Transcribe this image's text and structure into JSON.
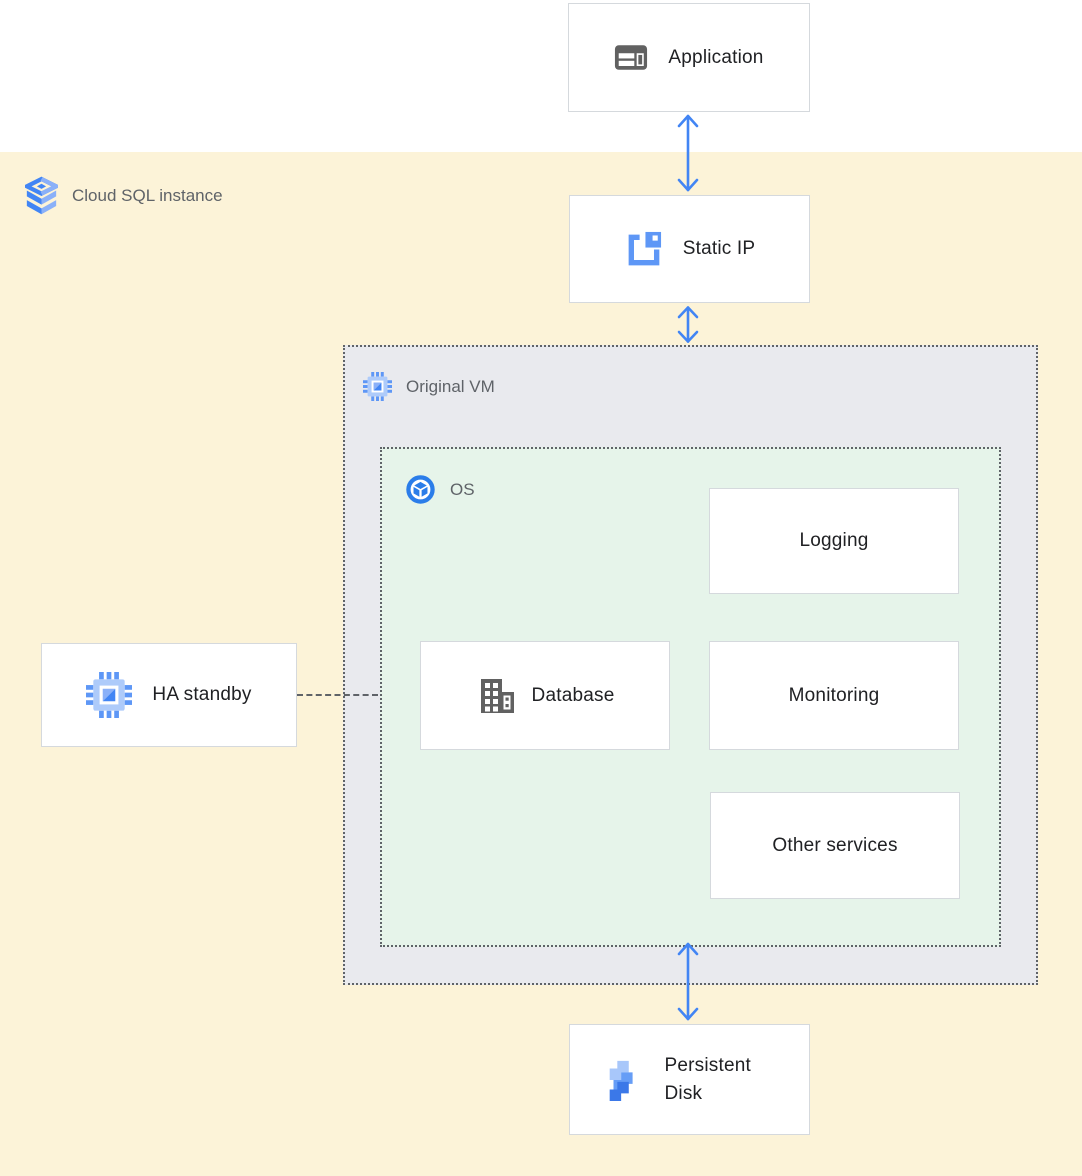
{
  "colors": {
    "background_top": "#ffffff",
    "cloud_sql_region_bg": "#fcf3d8",
    "vm_region_bg": "#e9eaee",
    "os_region_bg": "#e6f4ea",
    "node_border": "#d5d9dd",
    "dotted_border": "#5f6368",
    "arrow_blue": "#4285f4",
    "label_gray": "#5f6368",
    "text_dark": "#202124",
    "icon_gray": "#616161",
    "icon_blue": "#4285f4",
    "icon_blue_light": "#a8c7fa"
  },
  "regions": {
    "cloud_sql": {
      "label": "Cloud SQL instance",
      "icon": "cloud-sql-icon"
    },
    "original_vm": {
      "label": "Original VM",
      "icon": "compute-engine-icon"
    },
    "os": {
      "label": "OS",
      "icon": "os-icon"
    }
  },
  "nodes": {
    "application": {
      "label": "Application",
      "icon": "application-window-icon"
    },
    "static_ip": {
      "label": "Static IP",
      "icon": "static-ip-icon"
    },
    "ha_standby": {
      "label": "HA standby",
      "icon": "compute-engine-icon"
    },
    "database": {
      "label": "Database",
      "icon": "database-building-icon"
    },
    "logging": {
      "label": "Logging"
    },
    "monitoring": {
      "label": "Monitoring"
    },
    "other_services": {
      "label": "Other services"
    },
    "persistent_disk": {
      "label": "Persistent Disk",
      "icon": "persistent-disk-icon"
    }
  },
  "connections": [
    {
      "from": "application",
      "to": "static_ip",
      "style": "double-arrow"
    },
    {
      "from": "static_ip",
      "to": "original_vm",
      "style": "double-arrow"
    },
    {
      "from": "os",
      "to": "persistent_disk",
      "style": "double-arrow"
    },
    {
      "from": "ha_standby",
      "to": "os",
      "style": "dashed-line"
    }
  ]
}
